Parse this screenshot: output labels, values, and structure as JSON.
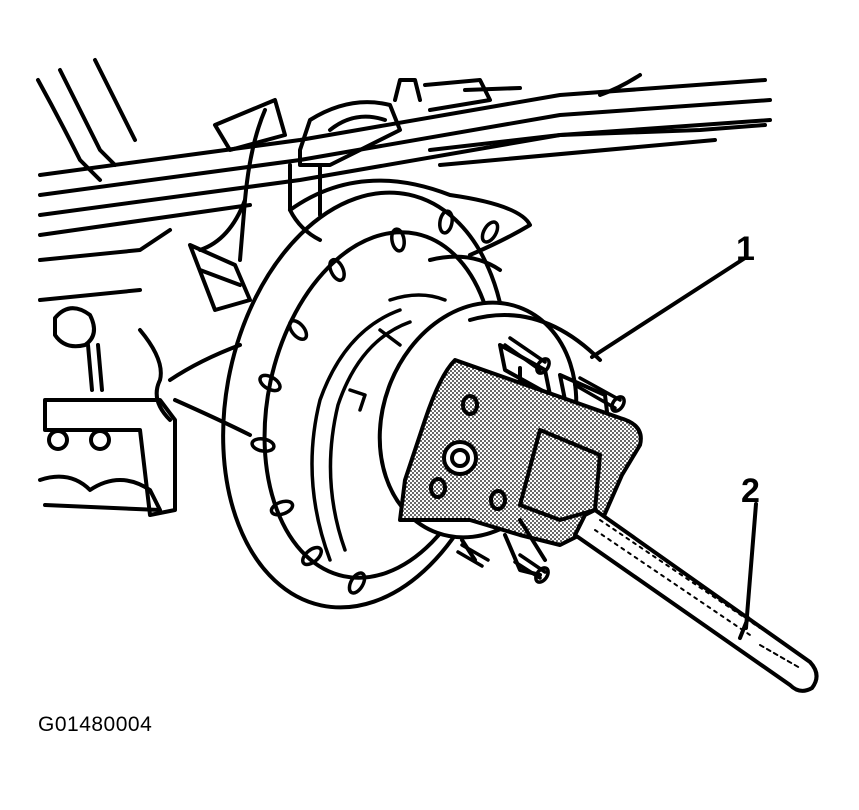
{
  "figure": {
    "id_code": "G01480004",
    "callouts": [
      {
        "label": "1"
      },
      {
        "label": "2"
      }
    ]
  },
  "colors": {
    "line": "#000000",
    "shade": "#9a9a9a",
    "background": "#ffffff"
  }
}
